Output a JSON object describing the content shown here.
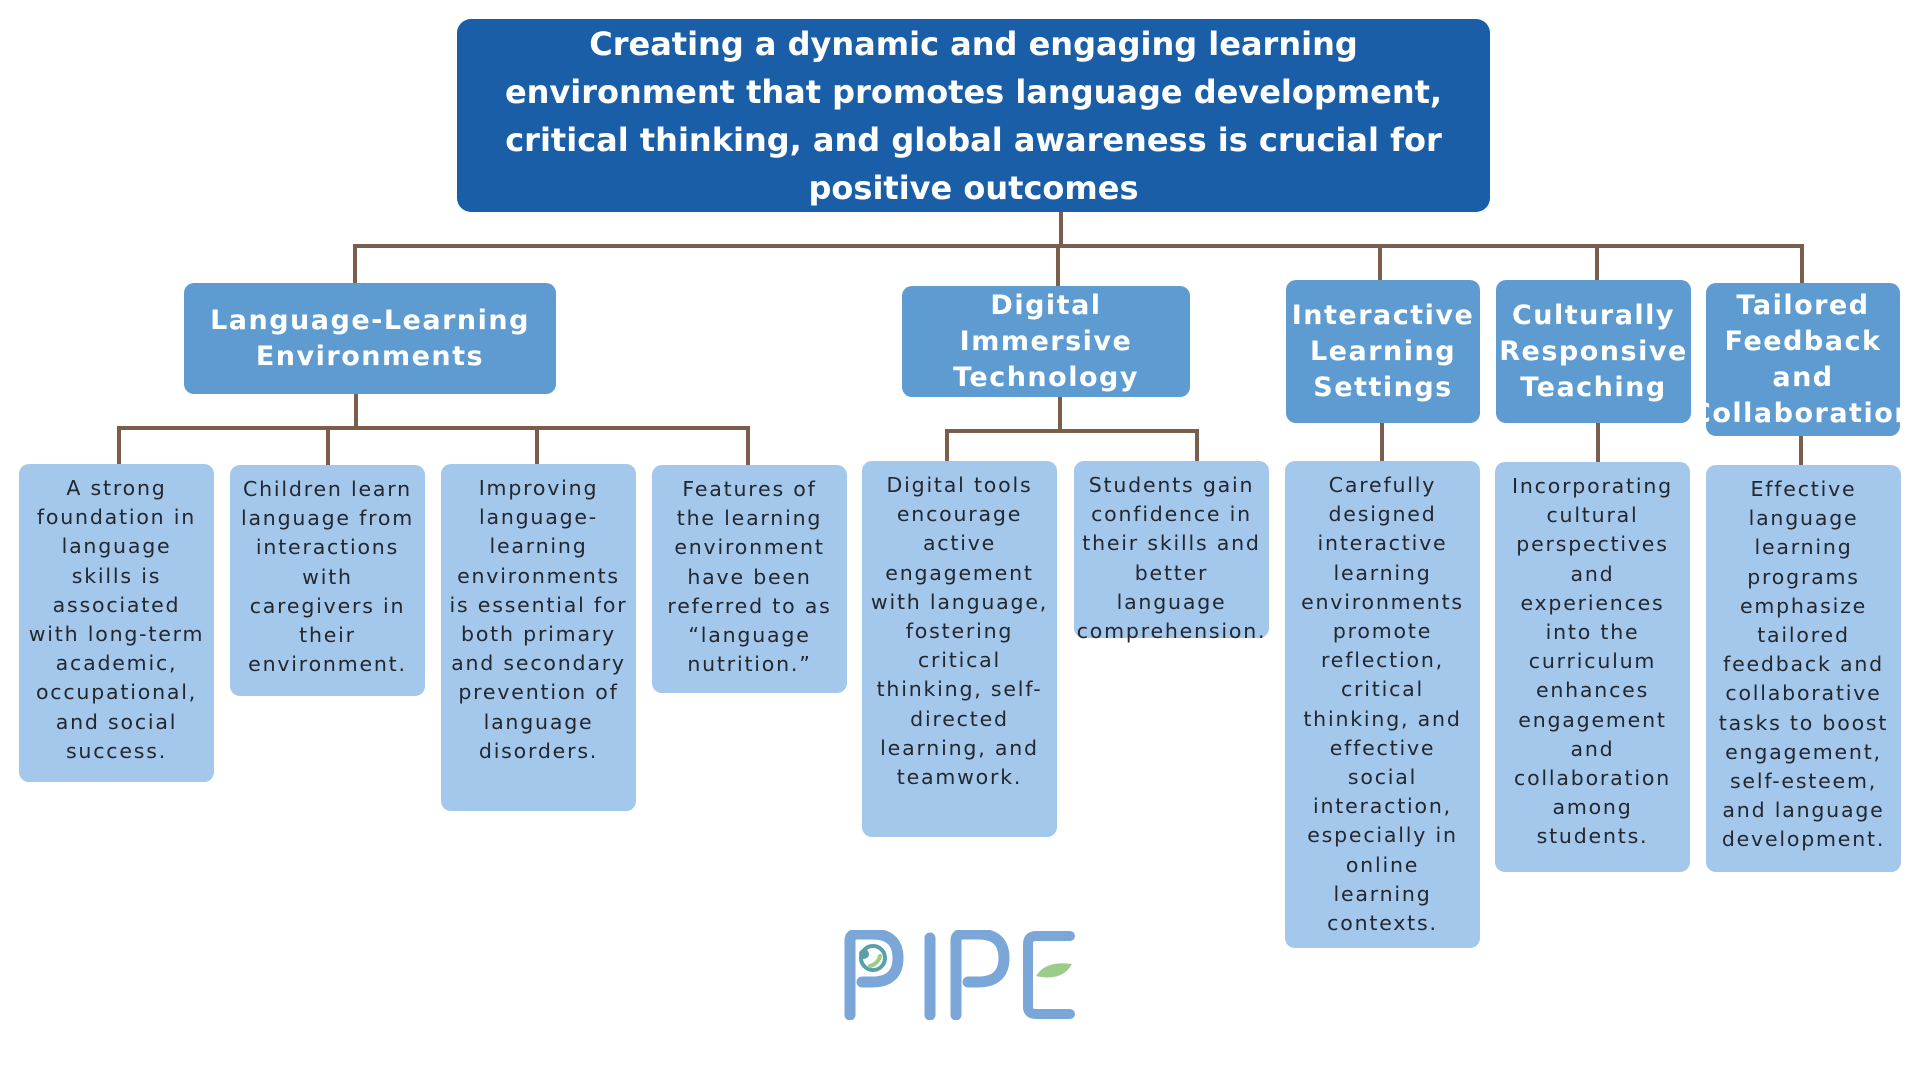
{
  "root": {
    "text": "Creating a dynamic and engaging learning environment that promotes language development, critical thinking, and global awareness is crucial for positive outcomes"
  },
  "categories": [
    {
      "label": "Language-Learning Environments",
      "items": [
        "A strong foundation in language skills is associated with long-term academic, occupational, and social success.",
        "Children learn language from interactions with caregivers in their environment.",
        "Improving language-learning environments is essential for both primary and secondary prevention of language disorders.",
        "Features of the learning environment have been referred to as “language nutrition.”"
      ]
    },
    {
      "label": "Digital Immersive Technology",
      "items": [
        "Digital tools encourage active engagement with language, fostering critical thinking, self-directed learning, and teamwork.",
        "Students gain confidence in their skills and better language comprehension."
      ]
    },
    {
      "label": "Interactive Learning Settings",
      "items": [
        "Carefully designed interactive learning environments promote reflection, critical thinking, and effective social interaction, especially in online learning contexts."
      ]
    },
    {
      "label": "Culturally Responsive Teaching",
      "items": [
        "Incorporating cultural perspectives and experiences into the curriculum enhances engagement and collaboration among students."
      ]
    },
    {
      "label": "Tailored Feedback and Collaboration",
      "items": [
        "Effective language learning programs emphasize tailored feedback and collaborative tasks to boost engagement, self-esteem, and language development."
      ]
    }
  ],
  "logo": {
    "text": "PIPE",
    "colors": {
      "letters": "#7ba7d8",
      "leaf": "#9ccc8a",
      "bubble": "#5aa0a8"
    }
  },
  "colors": {
    "root": "#1a5ea8",
    "category": "#5d9bd0",
    "leaf": "#a4c7ec",
    "connector": "#7a5d4a"
  }
}
